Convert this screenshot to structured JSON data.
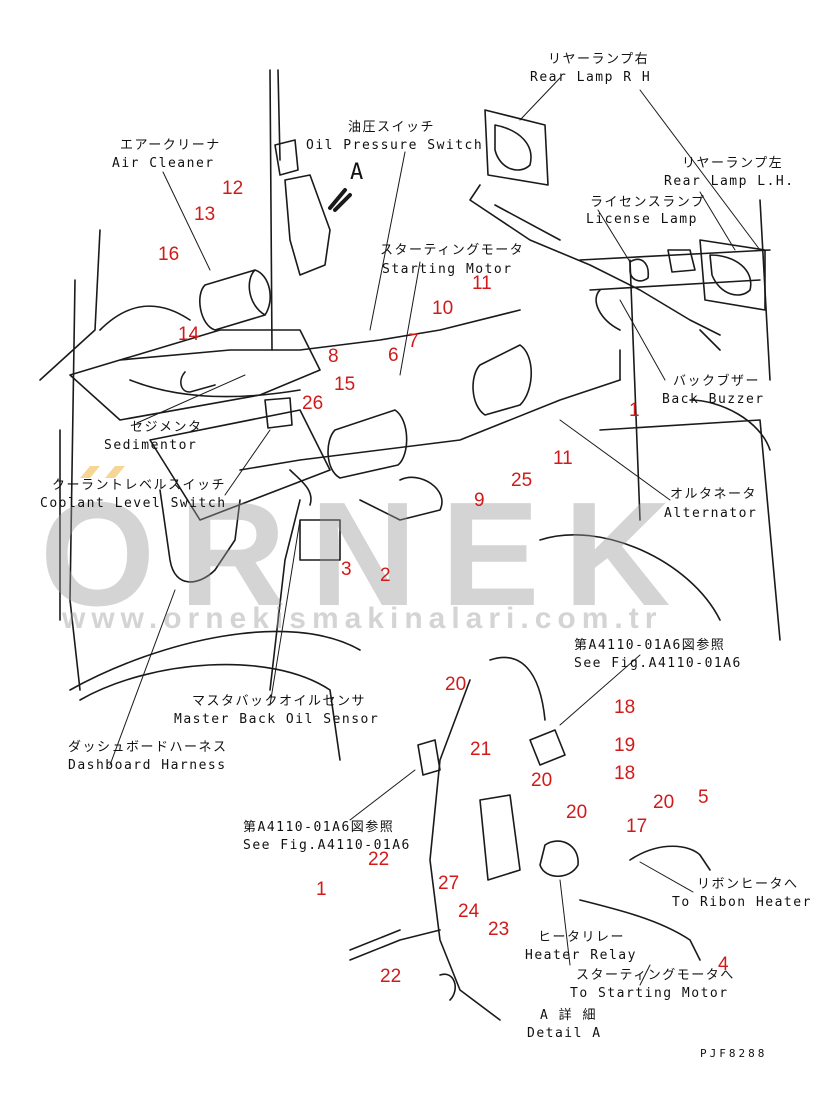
{
  "labels": {
    "rear_lamp_rh_jp": "リヤーランプ右",
    "rear_lamp_rh": "Rear Lamp R H",
    "rear_lamp_lh_jp": "リヤーランプ左",
    "rear_lamp_lh": "Rear Lamp L.H.",
    "license_lamp_jp": "ライセンスランプ",
    "license_lamp": "License Lamp",
    "oil_pressure_jp": "油圧スイッチ",
    "oil_pressure": "Oil Pressure Switch",
    "air_cleaner_jp": "エアークリーナ",
    "air_cleaner": "Air Cleaner",
    "starting_motor_jp": "スターティングモータ",
    "starting_motor": "Starting Motor",
    "detail_letter": "A",
    "sedimentor_jp": "セジメンタ",
    "sedimentor": "Sedimentor",
    "coolant_jp": "クーラントレベルスイッチ",
    "coolant": "Coolant Level Switch",
    "back_buzzer_jp": "バックブザー",
    "back_buzzer": "Back Buzzer",
    "alternator_jp": "オルタネータ",
    "alternator": "Alternator",
    "master_back_jp": "マスタバックオイルセンサ",
    "master_back": "Master Back Oil Sensor",
    "dashboard_jp": "ダッシュボードハーネス",
    "dashboard": "Dashboard Harness",
    "see_fig_jp": "第A4110-01A6図参照",
    "see_fig": "See Fig.A4110-01A6",
    "ribbon_heater_jp": "リボンヒータへ",
    "ribbon_heater": "To Ribon Heater",
    "heater_relay_jp": "ヒータリレー",
    "heater_relay": "Heater Relay",
    "to_starting_jp": "スターティングモータへ",
    "to_starting": "To Starting Motor",
    "detail_a_jp": "A 詳 細",
    "detail_a": "Detail A",
    "drawing_code": "PJF8288"
  },
  "callouts": [
    "12",
    "13",
    "16",
    "14",
    "10",
    "11",
    "7",
    "6",
    "8",
    "15",
    "26",
    "11",
    "25",
    "9",
    "3",
    "2",
    "20",
    "18",
    "19",
    "18",
    "20",
    "20",
    "21",
    "5",
    "20",
    "17",
    "22",
    "27",
    "1",
    "24",
    "23",
    "22",
    "4",
    "1"
  ],
  "watermark": {
    "brand": "ORNEK",
    "url": "www.ornekismakinalari.com.tr"
  },
  "colors": {
    "line": "#1a1a1a",
    "callout": "#d11a1a",
    "watermark": "#9a9a9a",
    "watermark_accent": "#f1c56b"
  }
}
